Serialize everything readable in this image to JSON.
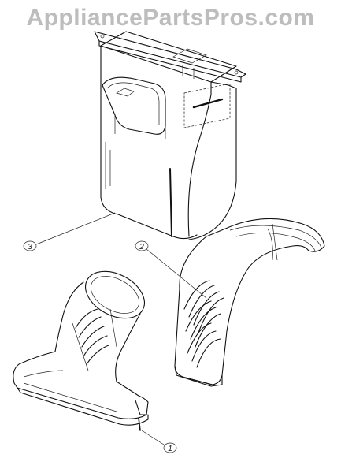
{
  "watermark": "AppliancePartsPros.com",
  "callouts": [
    {
      "id": "callout-1",
      "label": "1"
    },
    {
      "id": "callout-2",
      "label": "2"
    },
    {
      "id": "callout-3",
      "label": "3"
    }
  ]
}
